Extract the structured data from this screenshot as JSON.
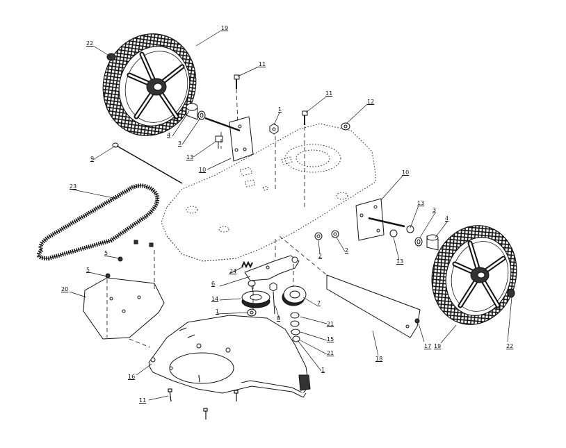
{
  "diagram": {
    "type": "exploded-parts-diagram",
    "line_color": "#111111",
    "background": "#ffffff",
    "callouts": [
      {
        "id": "c1",
        "text": "19"
      },
      {
        "id": "c2",
        "text": "22"
      },
      {
        "id": "c3",
        "text": "11"
      },
      {
        "id": "c4",
        "text": "11"
      },
      {
        "id": "c5",
        "text": "1"
      },
      {
        "id": "c6",
        "text": "12"
      },
      {
        "id": "c7",
        "text": "4"
      },
      {
        "id": "c8",
        "text": "3"
      },
      {
        "id": "c9",
        "text": "13"
      },
      {
        "id": "c10",
        "text": "10"
      },
      {
        "id": "c11",
        "text": "9"
      },
      {
        "id": "c12",
        "text": "23"
      },
      {
        "id": "c13",
        "text": "10"
      },
      {
        "id": "c14",
        "text": "13"
      },
      {
        "id": "c15",
        "text": "3"
      },
      {
        "id": "c16",
        "text": "4"
      },
      {
        "id": "c17",
        "text": "2"
      },
      {
        "id": "c18",
        "text": "2"
      },
      {
        "id": "c19",
        "text": "13"
      },
      {
        "id": "c20",
        "text": "5"
      },
      {
        "id": "c21",
        "text": "5"
      },
      {
        "id": "c22",
        "text": "24"
      },
      {
        "id": "c23",
        "text": "6"
      },
      {
        "id": "c24",
        "text": "20"
      },
      {
        "id": "c25",
        "text": "14"
      },
      {
        "id": "c26",
        "text": "7"
      },
      {
        "id": "c27",
        "text": "8"
      },
      {
        "id": "c28",
        "text": "21"
      },
      {
        "id": "c29",
        "text": "1"
      },
      {
        "id": "c30",
        "text": "15"
      },
      {
        "id": "c31",
        "text": "21"
      },
      {
        "id": "c32",
        "text": "1"
      },
      {
        "id": "c33",
        "text": "18"
      },
      {
        "id": "c34",
        "text": "17"
      },
      {
        "id": "c35",
        "text": "19"
      },
      {
        "id": "c36",
        "text": "22"
      },
      {
        "id": "c37",
        "text": "16"
      },
      {
        "id": "c38",
        "text": "11"
      }
    ]
  }
}
